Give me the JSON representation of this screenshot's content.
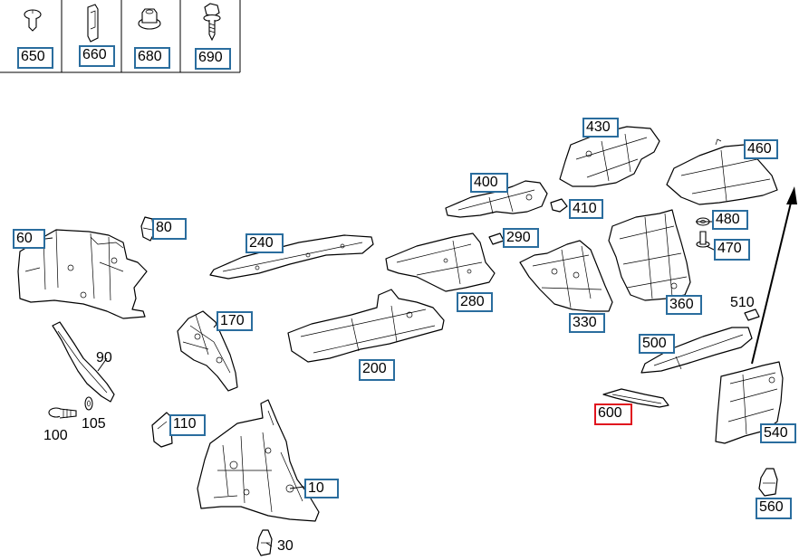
{
  "diagram": {
    "hardware_callouts": [
      {
        "id": "650",
        "label": "650"
      },
      {
        "id": "660",
        "label": "660"
      },
      {
        "id": "680",
        "label": "680"
      },
      {
        "id": "690",
        "label": "690"
      }
    ],
    "callouts": [
      {
        "id": "60",
        "label": "60"
      },
      {
        "id": "80",
        "label": "80"
      },
      {
        "id": "240",
        "label": "240"
      },
      {
        "id": "400",
        "label": "400"
      },
      {
        "id": "430",
        "label": "430"
      },
      {
        "id": "460",
        "label": "460"
      },
      {
        "id": "410",
        "label": "410"
      },
      {
        "id": "290",
        "label": "290"
      },
      {
        "id": "480",
        "label": "480"
      },
      {
        "id": "470",
        "label": "470"
      },
      {
        "id": "170",
        "label": "170"
      },
      {
        "id": "280",
        "label": "280"
      },
      {
        "id": "330",
        "label": "330"
      },
      {
        "id": "360",
        "label": "360"
      },
      {
        "id": "200",
        "label": "200"
      },
      {
        "id": "500",
        "label": "500"
      },
      {
        "id": "600",
        "label": "600",
        "selected": true
      },
      {
        "id": "110",
        "label": "110"
      },
      {
        "id": "540",
        "label": "540"
      },
      {
        "id": "10",
        "label": "10"
      },
      {
        "id": "560",
        "label": "560"
      }
    ],
    "plain_labels": [
      {
        "id": "90",
        "label": "90"
      },
      {
        "id": "100",
        "label": "100"
      },
      {
        "id": "105",
        "label": "105"
      },
      {
        "id": "510",
        "label": "510"
      },
      {
        "id": "30",
        "label": "30"
      }
    ],
    "colors": {
      "callout_border": "#2a6d9e",
      "selected_border": "#e0141e"
    },
    "icons": [
      "push-rivet-icon",
      "clip-nut-icon",
      "flange-nut-icon",
      "screw-icon"
    ]
  }
}
